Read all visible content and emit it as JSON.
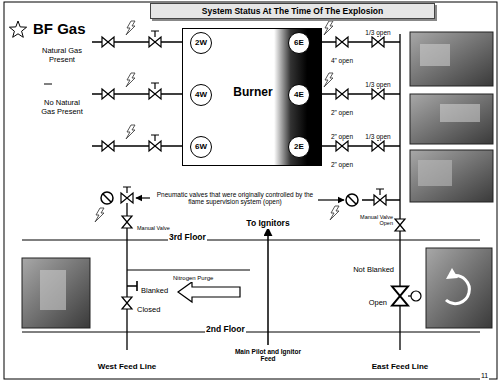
{
  "diagram": {
    "title": "System Status At The Time Of The Explosion",
    "nodes": [
      {
        "text": [
          "Burner"
        ]
      },
      {
        "text": [
          "2W"
        ],
        "in": 0
      },
      {
        "text": [
          "4W"
        ],
        "in": 0
      },
      {
        "text": [
          "6W"
        ],
        "in": 0
      },
      {
        "text": [
          "6E"
        ],
        "in": 0
      },
      {
        "text": [
          "4E"
        ],
        "in": 0
      },
      {
        "text": [
          "2E"
        ],
        "in": 0
      }
    ],
    "labels": [
      "BF Gas",
      "Natural Gas Present",
      "No Natural Gas Present",
      "1/3 open",
      "4\" open",
      "1/3 open",
      "2\" open",
      "2\" open",
      "1/3 open",
      "2\" open",
      "Pneumatic valves that were originally controlled by the flame supervision system (open)",
      "Manual Valve",
      "Manual Valve Open",
      "3rd Floor",
      "To Ignitors",
      "Nitrogen Purge",
      "Blanked",
      "Closed",
      "Not Blanked",
      "Open",
      "2nd Floor",
      "West Feed Line",
      "Main Pilot and Ignitor Feed",
      "East Feed Line",
      "11"
    ]
  }
}
